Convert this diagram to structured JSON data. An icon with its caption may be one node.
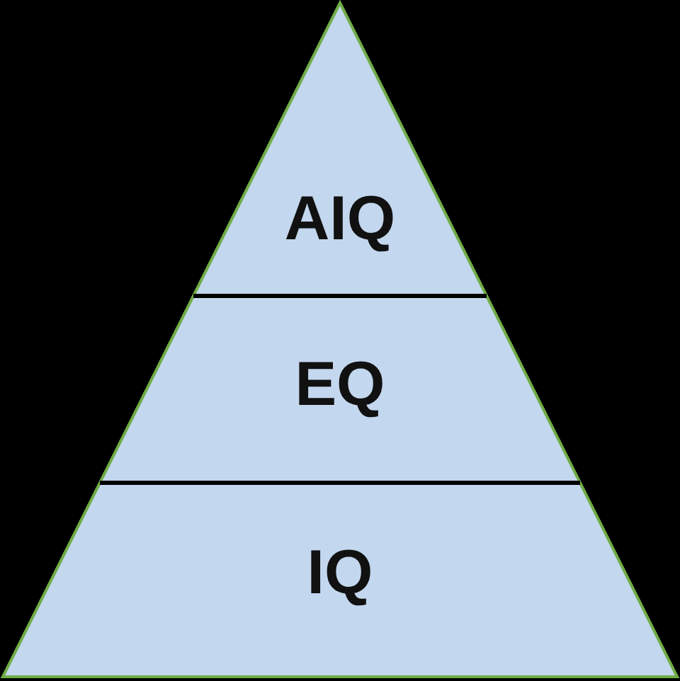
{
  "diagram": {
    "nodes": [
      {
        "text": [
          "AIQ"
        ]
      },
      {
        "text": [
          "EQ"
        ]
      },
      {
        "text": [
          "IQ"
        ]
      }
    ]
  }
}
